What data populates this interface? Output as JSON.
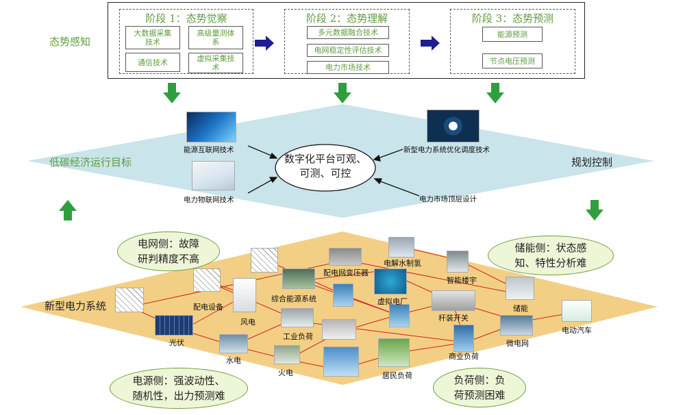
{
  "perception": {
    "label": "态势感知",
    "stages": [
      {
        "title": "阶段 1：态势觉察",
        "items": [
          "大数据采集技术",
          "高级量测体系",
          "通信技术",
          "虚拟采集技术"
        ]
      },
      {
        "title": "阶段 2：态势理解",
        "items": [
          "多元数据融合技术",
          "电网稳定性评估技术",
          "电力市场技术"
        ]
      },
      {
        "title": "阶段 3：态势预测",
        "items": [
          "能源预测",
          "节点电压预测"
        ]
      }
    ]
  },
  "platform": {
    "left_label": "低碳经济运行目标",
    "right_label": "规划控制",
    "center": "数字化平台可观、可测、可控",
    "techs": [
      "能源互联网技术",
      "电力物联网技术",
      "新型电力系统优化调度技术",
      "电力市场顶层设计"
    ]
  },
  "system": {
    "label": "新型电力系统",
    "nodes": [
      "配电网变压器",
      "电解水制氢",
      "智能楼宇",
      "配电设备",
      "综合能源系统",
      "虚拟电厂",
      "储能",
      "风电",
      "杆装开关",
      "光伏",
      "工业负荷",
      "电动汽车",
      "微电网",
      "水电",
      "商业负荷",
      "火电",
      "居民负荷"
    ]
  },
  "bubbles": {
    "grid": "电网侧：故障研判精度不高",
    "storage": "储能侧：状态感知、特性分析难",
    "source": "电源侧：强波动性、随机性，出力预测难",
    "load": "负荷侧：负荷预测困难"
  },
  "colors": {
    "accent_green": "#5f9c3e",
    "arrow_green": "#2f9e3f",
    "arrow_blue": "#1f1f8f",
    "platform": "#c9e4ea",
    "system": "#f3cf85",
    "bubble": "#eef6d8",
    "link": "#cc2222"
  }
}
